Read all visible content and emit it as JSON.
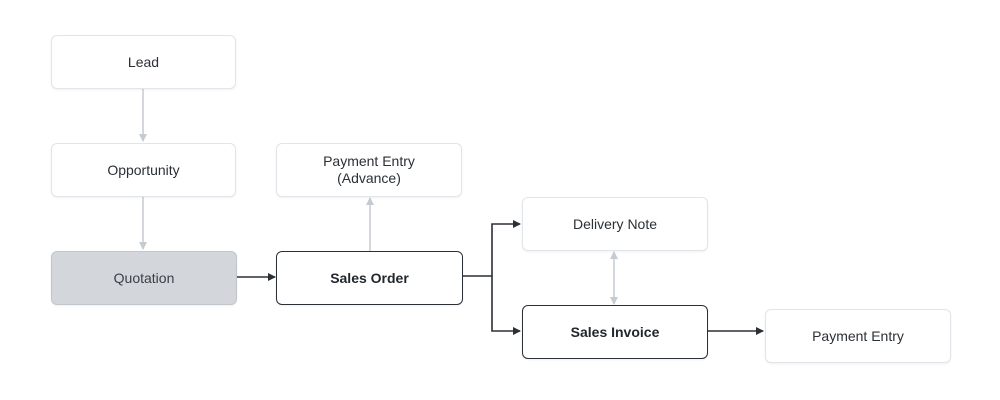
{
  "nodes": {
    "lead": "Lead",
    "opportunity": "Opportunity",
    "quotation": "Quotation",
    "payment_entry_advance": "Payment Entry\n(Advance)",
    "sales_order": "Sales Order",
    "delivery_note": "Delivery Note",
    "sales_invoice": "Sales Invoice",
    "payment_entry": "Payment Entry"
  },
  "colors": {
    "primary_flow": "#2b3036",
    "secondary_flow": "#c5cbd2",
    "highlight_fill": "#d3d7dc",
    "border": "#e1e4e8"
  }
}
